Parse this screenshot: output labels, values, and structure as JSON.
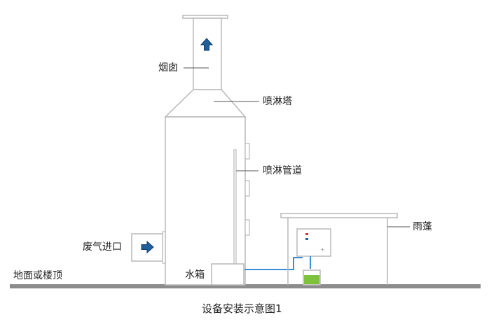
{
  "labels": {
    "chimney": "烟囱",
    "spray_tower": "喷淋塔",
    "spray_pipe": "喷淋管道",
    "rain_shelter": "雨蓬",
    "gas_inlet": "废气进口",
    "water_tank": "水箱",
    "ground": "地面或楼顶"
  },
  "caption": "设备安装示意图1",
  "colors": {
    "outline": "#b9b9b9",
    "ground": "#8c8c8c",
    "arrow": "#1f5f9e",
    "water_pipe": "#3a8ed8",
    "liquid": "#7cc23a"
  }
}
